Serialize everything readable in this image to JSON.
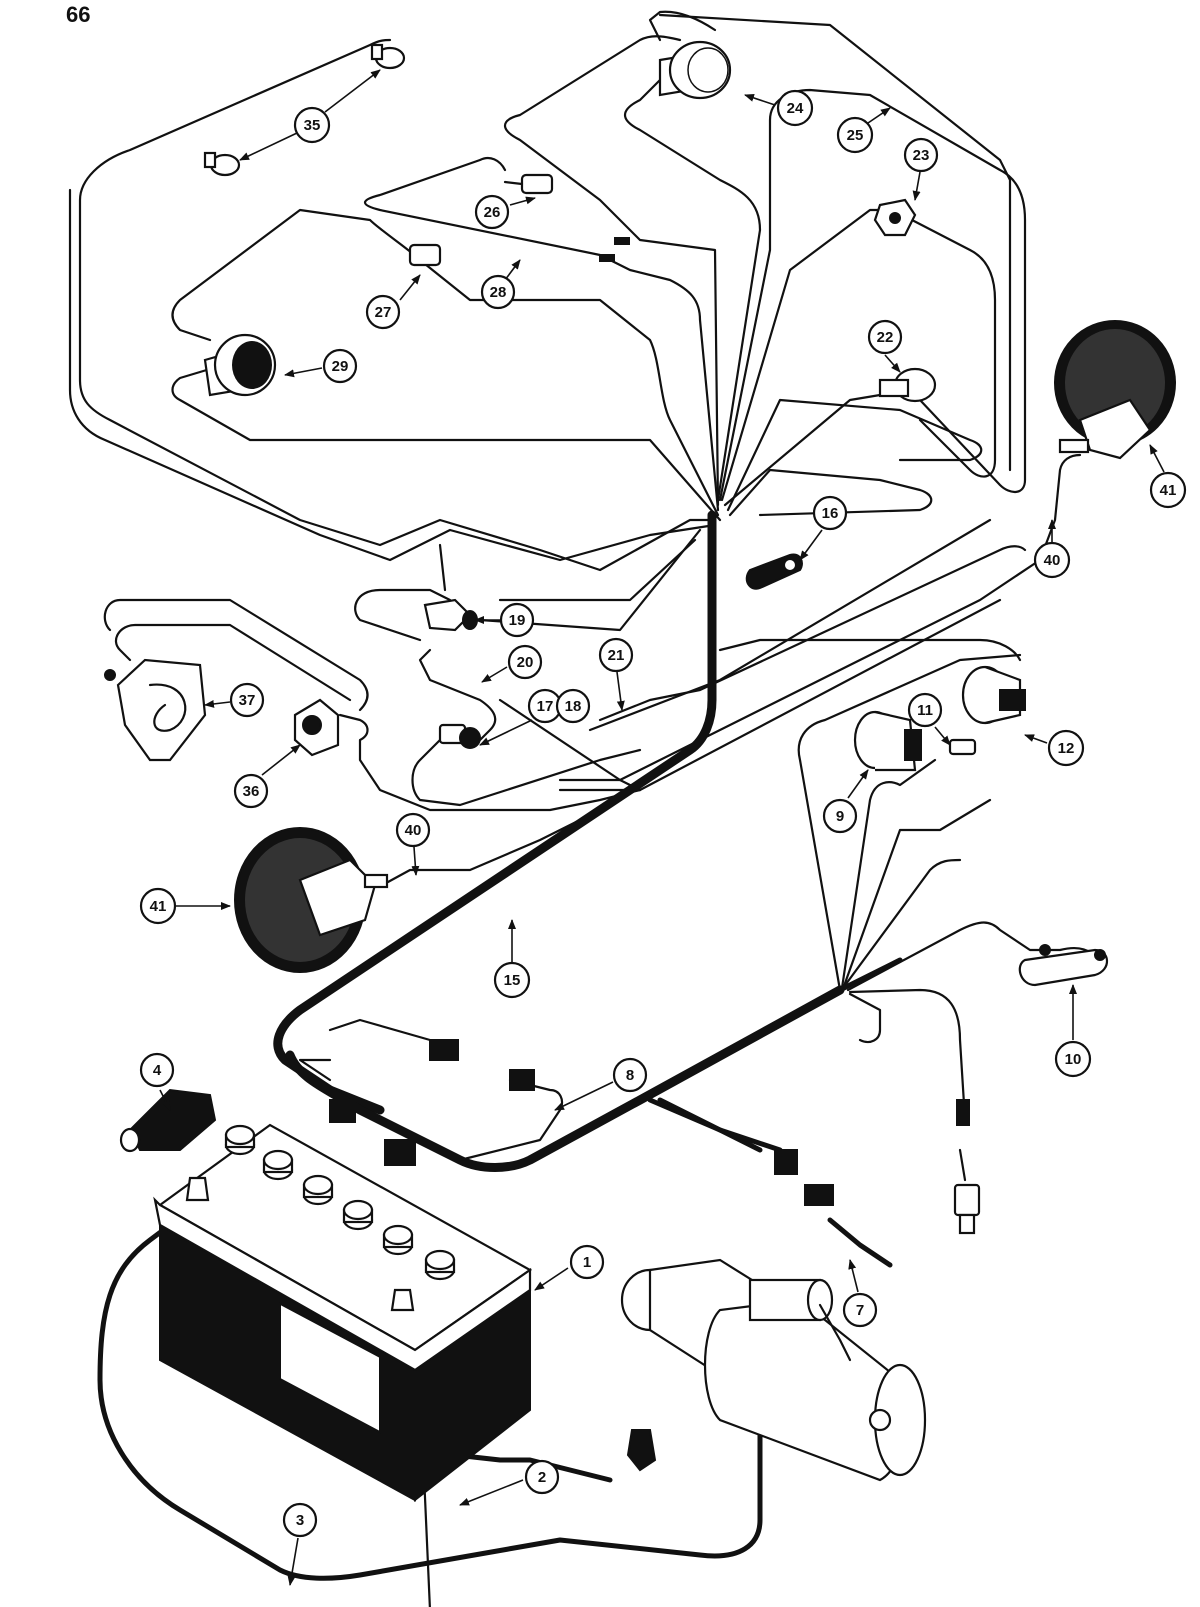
{
  "page_number": "66",
  "callouts": [
    "1",
    "2",
    "3",
    "4",
    "7",
    "8",
    "9",
    "10",
    "11",
    "12",
    "15",
    "16",
    "17",
    "18",
    "19",
    "20",
    "21",
    "22",
    "23",
    "24",
    "25",
    "26",
    "27",
    "28",
    "29",
    "35",
    "36",
    "37",
    "40",
    "40",
    "41",
    "41"
  ]
}
